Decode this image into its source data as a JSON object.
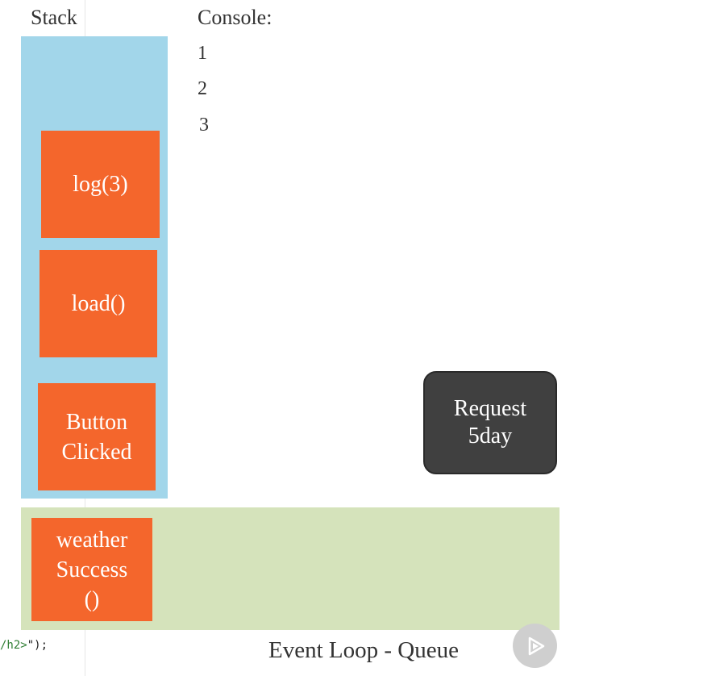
{
  "stack": {
    "label": "Stack",
    "frames": [
      {
        "text": "log(3)"
      },
      {
        "text": "load()"
      },
      {
        "text": "Button\nClicked"
      }
    ]
  },
  "console": {
    "title": "Console:",
    "lines": [
      "1",
      "2",
      "3"
    ]
  },
  "web_api": {
    "label": "Request\n5day"
  },
  "queue": {
    "label": "Event Loop - Queue",
    "items": [
      {
        "text": "weather\nSuccess\n()"
      }
    ]
  },
  "code_fragment": {
    "tag": "/h2>",
    "tail": "\");"
  },
  "player": {
    "icon": "play-icon"
  },
  "colors": {
    "stack_bg": "#a2d6ea",
    "frame_bg": "#f4662c",
    "queue_bg": "#d5e3bb",
    "api_bg": "#404040"
  }
}
